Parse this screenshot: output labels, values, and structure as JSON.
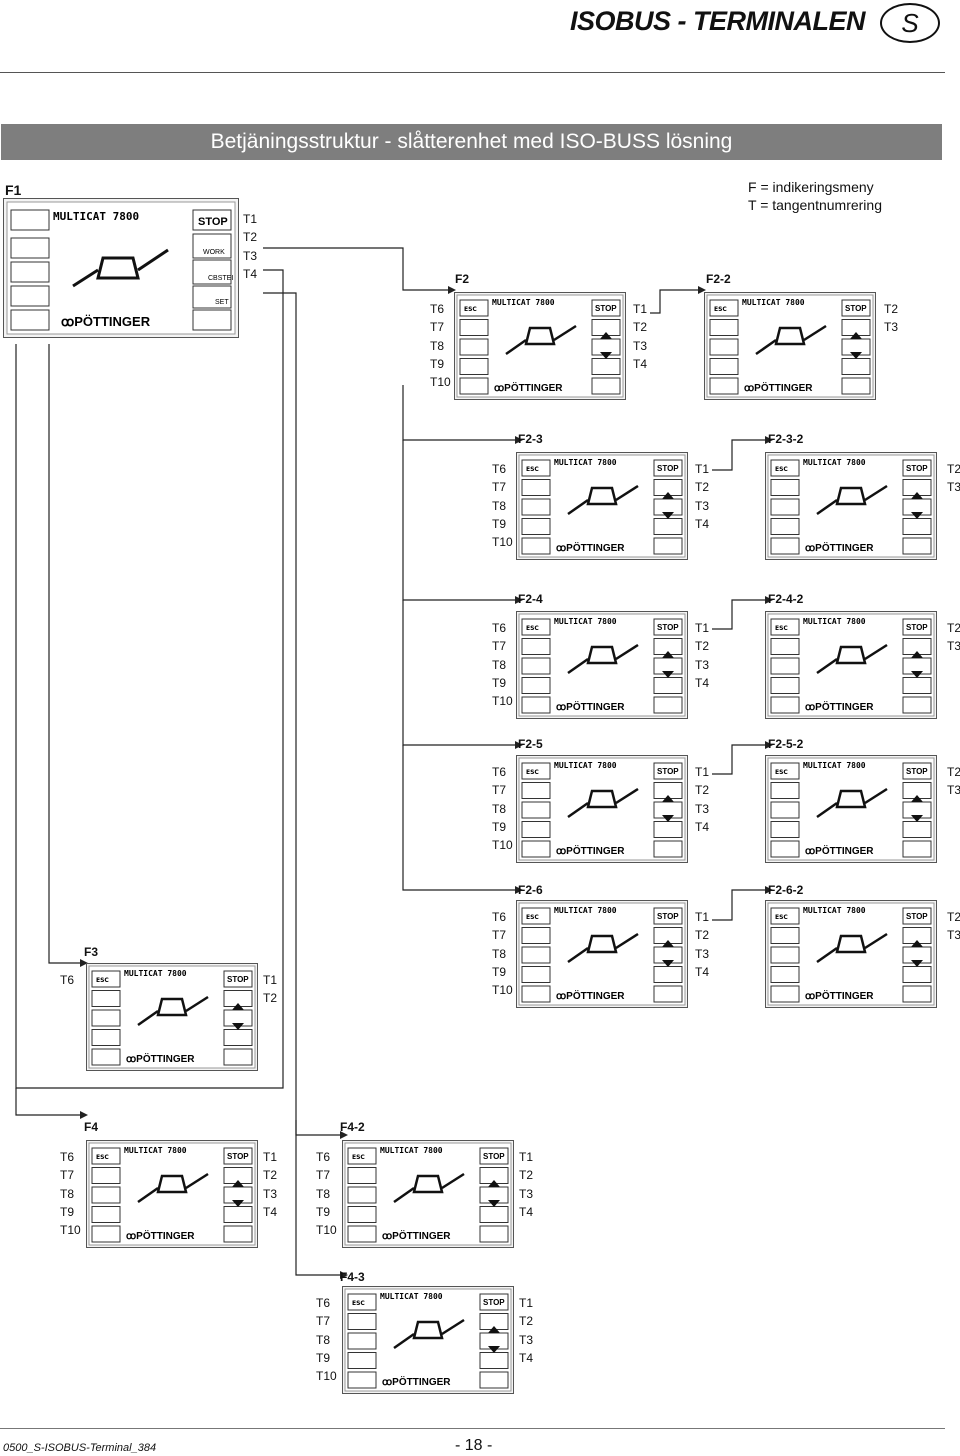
{
  "header": {
    "title": "ISOBUS - TERMINALEN",
    "lang_badge": "S"
  },
  "banner": "Betjäningsstruktur - slåtterenhet med ISO-BUSS lösning",
  "legend": [
    "F = indikeringsmeny",
    "T = tangentnumrering"
  ],
  "screen_text": {
    "model": "MULTICAT 7800",
    "brand": "PÖTTINGER",
    "esc": "ESC",
    "stop": "STOP"
  },
  "labels": {
    "F1": "F1",
    "F2": "F2",
    "F2_2": "F2-2",
    "F2_3": "F2-3",
    "F2_3_2": "F2-3-2",
    "F2_4": "F2-4",
    "F2_4_2": "F2-4-2",
    "F2_5": "F2-5",
    "F2_5_2": "F2-5-2",
    "F2_6": "F2-6",
    "F2_6_2": "F2-6-2",
    "F3": "F3",
    "F4": "F4",
    "F4_2": "F4-2",
    "F4_3": "F4-3"
  },
  "keys": {
    "T1": "T1",
    "T2": "T2",
    "T3": "T3",
    "T4": "T4",
    "T6": "T6",
    "T7": "T7",
    "T8": "T8",
    "T9": "T9",
    "T10": "T10"
  },
  "footer": {
    "doc_code": "0500_S-ISOBUS-Terminal_384",
    "page": "- 18 -"
  }
}
